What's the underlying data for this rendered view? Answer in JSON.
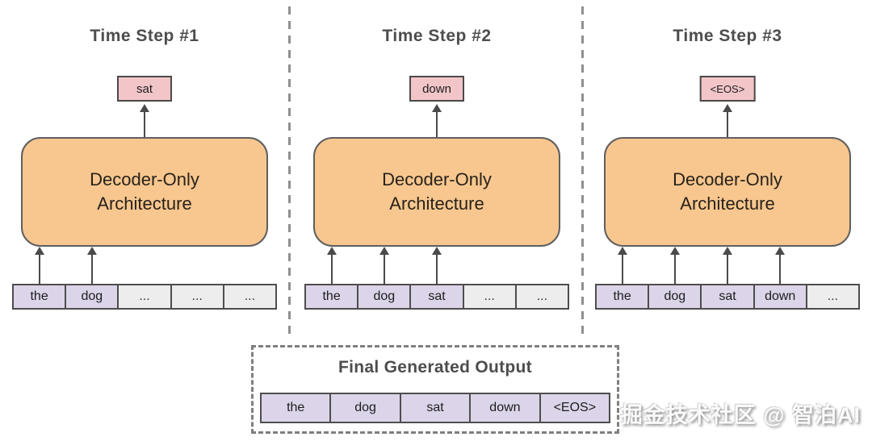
{
  "colors": {
    "decoder_fill": "#F7C78F",
    "decoder_border": "#5F5F5F",
    "output_token_fill": "#F2C6C9",
    "word_token_fill": "#DCD5E9",
    "ellipsis_token_fill": "#EDEDED",
    "cell_border": "#4D4D4D",
    "heading_text": "#4D4D4D",
    "arrow": "#4A4A4A",
    "dashed_line": "#8F8F8F"
  },
  "panels": [
    {
      "title": "Time Step #1",
      "output_token": "sat",
      "decoder_label": "Decoder-Only\nArchitecture",
      "tokens": [
        {
          "label": "the",
          "kind": "word"
        },
        {
          "label": "dog",
          "kind": "word"
        },
        {
          "label": "...",
          "kind": "ellipsis"
        },
        {
          "label": "...",
          "kind": "ellipsis"
        },
        {
          "label": "...",
          "kind": "ellipsis"
        }
      ]
    },
    {
      "title": "Time Step #2",
      "output_token": "down",
      "decoder_label": "Decoder-Only\nArchitecture",
      "tokens": [
        {
          "label": "the",
          "kind": "word"
        },
        {
          "label": "dog",
          "kind": "word"
        },
        {
          "label": "sat",
          "kind": "word"
        },
        {
          "label": "...",
          "kind": "ellipsis"
        },
        {
          "label": "...",
          "kind": "ellipsis"
        }
      ]
    },
    {
      "title": "Time Step #3",
      "output_token": "<EOS>",
      "decoder_label": "Decoder-Only\nArchitecture",
      "tokens": [
        {
          "label": "the",
          "kind": "word"
        },
        {
          "label": "dog",
          "kind": "word"
        },
        {
          "label": "sat",
          "kind": "word"
        },
        {
          "label": "down",
          "kind": "word"
        },
        {
          "label": "...",
          "kind": "ellipsis"
        }
      ]
    }
  ],
  "final_output": {
    "title": "Final Generated Output",
    "tokens": [
      {
        "label": "the"
      },
      {
        "label": "dog"
      },
      {
        "label": "sat"
      },
      {
        "label": "down"
      },
      {
        "label": "<EOS>"
      }
    ]
  },
  "watermark": "掘金技术社区 @ 智泊AI"
}
